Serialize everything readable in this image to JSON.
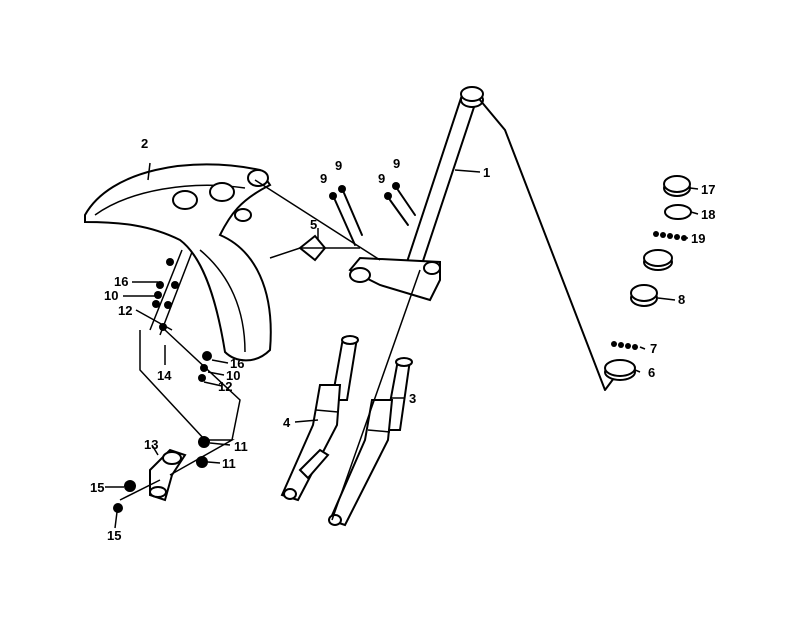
{
  "diagram": {
    "title": "Front fork and front fender exploded view",
    "callouts": {
      "c1": "1",
      "c2": "2",
      "c3": "3",
      "c4": "4",
      "c5": "5",
      "c6": "6",
      "c7": "7",
      "c8": "8",
      "c9a": "9",
      "c9b": "9",
      "c9c": "9",
      "c9d": "9",
      "c10a": "10",
      "c10b": "10",
      "c11a": "11",
      "c11b": "11",
      "c12a": "12",
      "c12b": "12",
      "c13": "13",
      "c14": "14",
      "c15a": "15",
      "c15b": "15",
      "c16a": "16",
      "c16b": "16",
      "c17": "17",
      "c18": "18",
      "c19": "19"
    }
  }
}
